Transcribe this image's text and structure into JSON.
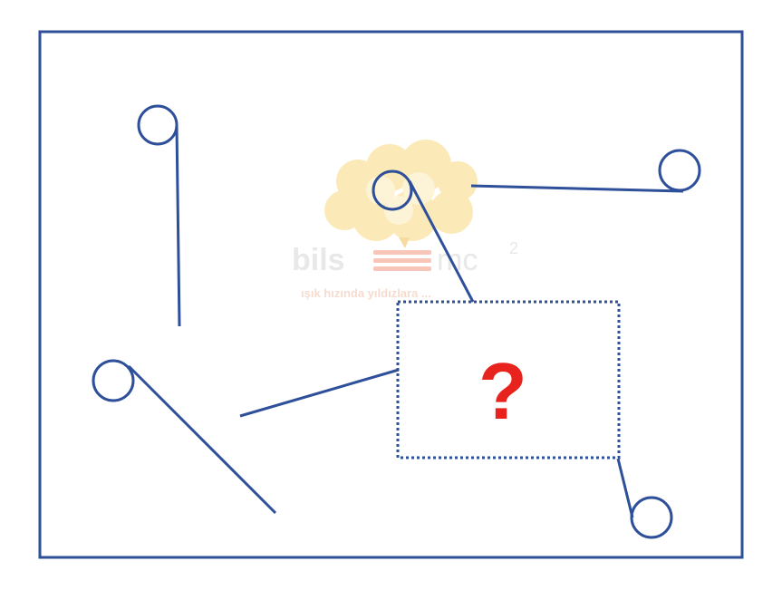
{
  "diagram": {
    "missing_piece": "?",
    "colors": {
      "frame": "#2e4f99",
      "stroke": "#2e4f99",
      "dotted_box": "#2e4f99",
      "question_mark": "#e8221c",
      "watermark_cloud": "#fbe9b8",
      "watermark_text": "#e8e8e8"
    }
  },
  "watermark": {
    "logo_text": "bils",
    "logo_suffix": "mc",
    "superscript": "2",
    "tagline": "ışık hızında yıldızlara ..."
  }
}
